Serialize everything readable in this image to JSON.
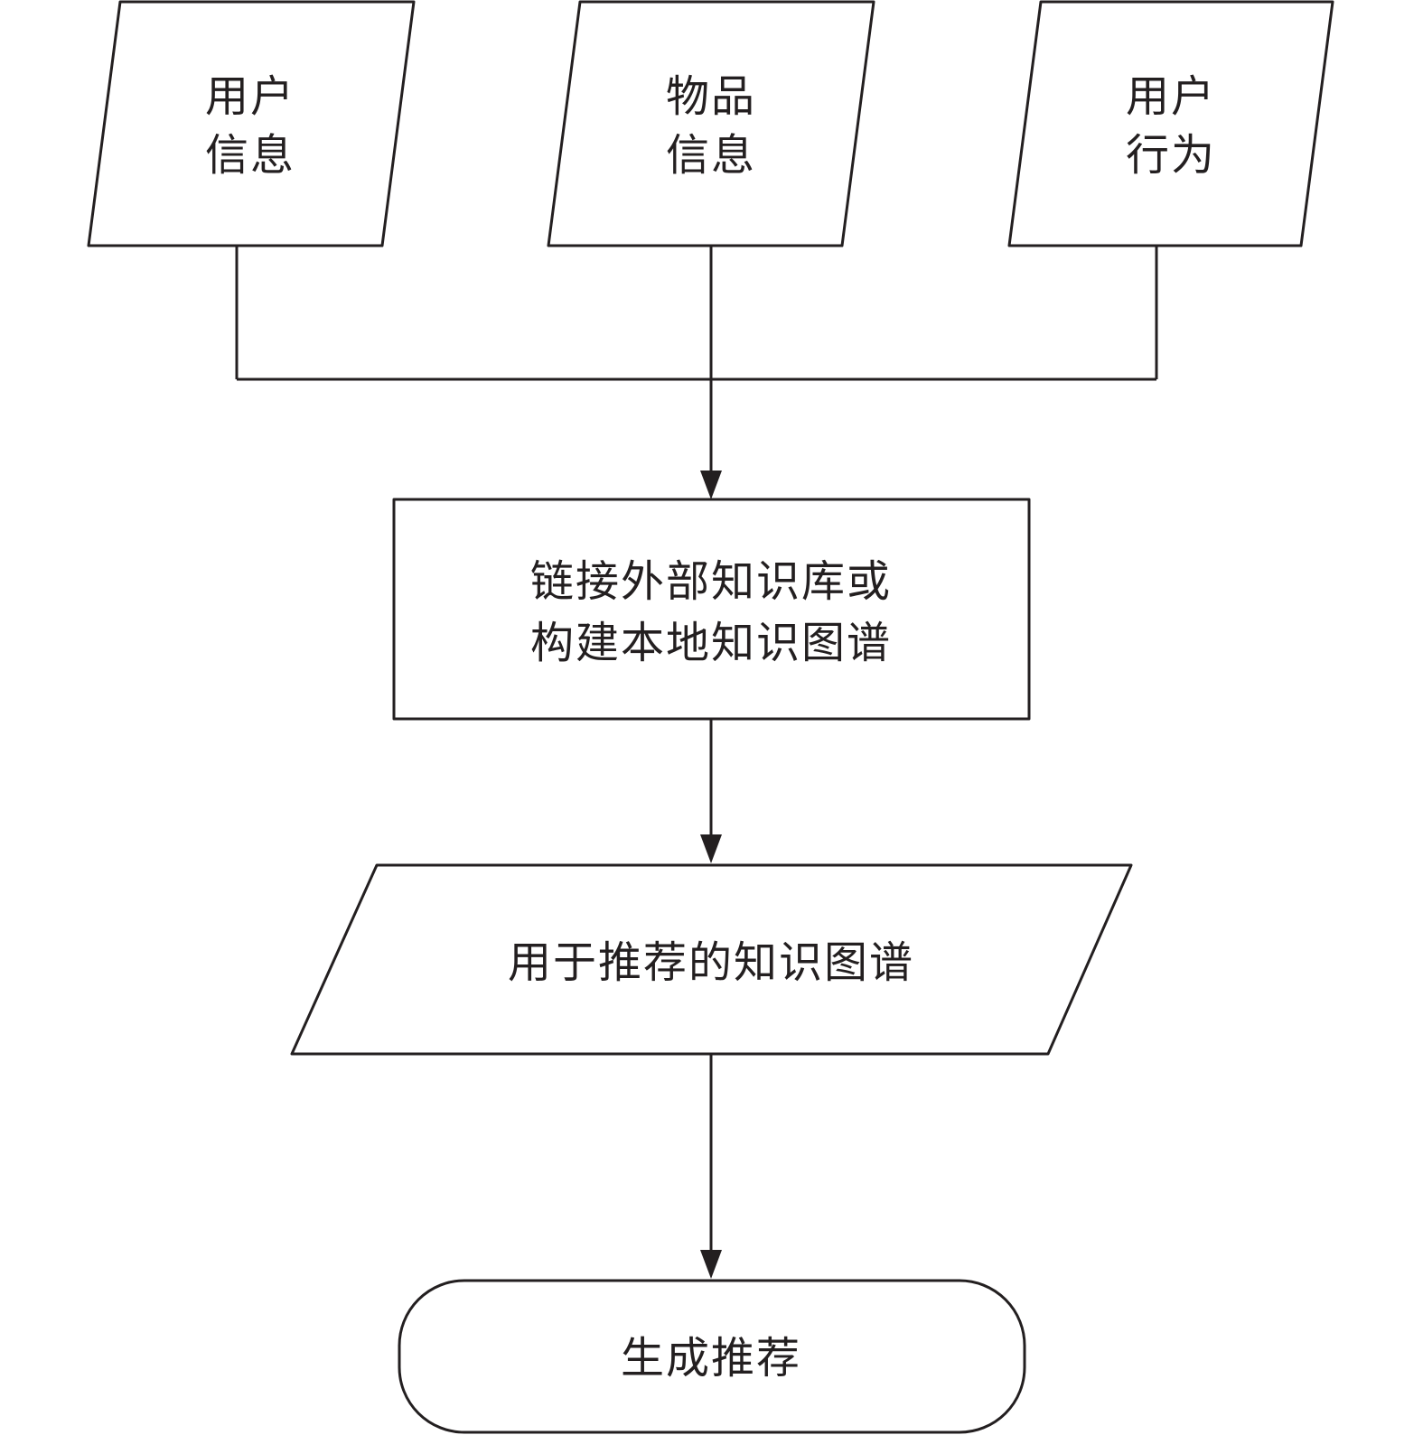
{
  "nodes": {
    "user_info": {
      "line1": "用户",
      "line2": "信息"
    },
    "item_info": {
      "line1": "物品",
      "line2": "信息"
    },
    "user_behavior": {
      "line1": "用户",
      "line2": "行为"
    },
    "build_kg": {
      "line1": "链接外部知识库或",
      "line2": "构建本地知识图谱"
    },
    "rec_kg": {
      "label": "用于推荐的知识图谱"
    },
    "generate": {
      "label": "生成推荐"
    }
  },
  "colors": {
    "stroke": "#231f20",
    "fill": "#ffffff"
  }
}
